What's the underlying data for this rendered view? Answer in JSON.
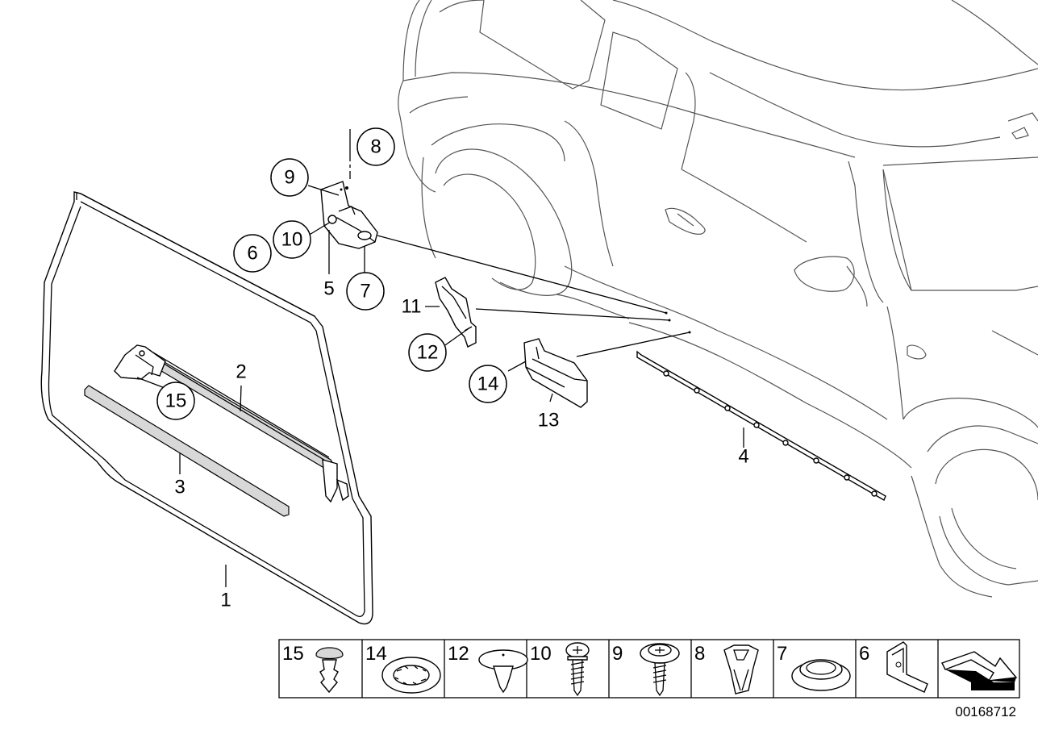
{
  "diagram": {
    "callouts_circled": [
      {
        "id": "8",
        "label": "8"
      },
      {
        "id": "9",
        "label": "9"
      },
      {
        "id": "10",
        "label": "10"
      },
      {
        "id": "6",
        "label": "6"
      },
      {
        "id": "7",
        "label": "7"
      },
      {
        "id": "12",
        "label": "12"
      },
      {
        "id": "14",
        "label": "14"
      },
      {
        "id": "15",
        "label": "15"
      }
    ],
    "callouts_plain": [
      {
        "id": "5",
        "label": "5"
      },
      {
        "id": "11",
        "label": "11"
      },
      {
        "id": "13",
        "label": "13"
      },
      {
        "id": "2",
        "label": "2"
      },
      {
        "id": "3",
        "label": "3"
      },
      {
        "id": "1",
        "label": "1"
      },
      {
        "id": "4",
        "label": "4"
      }
    ],
    "legend_cells": [
      {
        "label": "15",
        "icon": "push-rivet-icon"
      },
      {
        "label": "14",
        "icon": "star-washer-icon"
      },
      {
        "label": "12",
        "icon": "expanding-rivet-icon"
      },
      {
        "label": "10",
        "icon": "pan-head-screw-icon"
      },
      {
        "label": "9",
        "icon": "washer-head-screw-icon"
      },
      {
        "label": "8",
        "icon": "spring-nut-icon"
      },
      {
        "label": "7",
        "icon": "grommet-icon"
      },
      {
        "label": "6",
        "icon": "bracket-icon"
      },
      {
        "label": "",
        "icon": "direction-arrow-icon"
      }
    ],
    "document_number": "00168712"
  }
}
